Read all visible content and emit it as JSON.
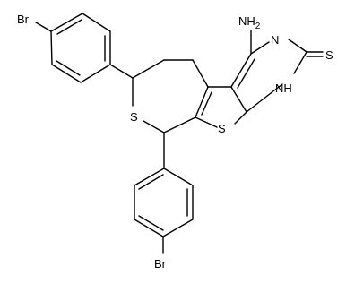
{
  "molecule": {
    "atom_labels": {
      "br_top": "Br",
      "br_bottom": "Br",
      "amine": "NH2",
      "ring_n": "N",
      "ring_nh": "NH",
      "thione_s": "S",
      "thiopyran_s": "S",
      "thiophene_s": "S"
    }
  }
}
